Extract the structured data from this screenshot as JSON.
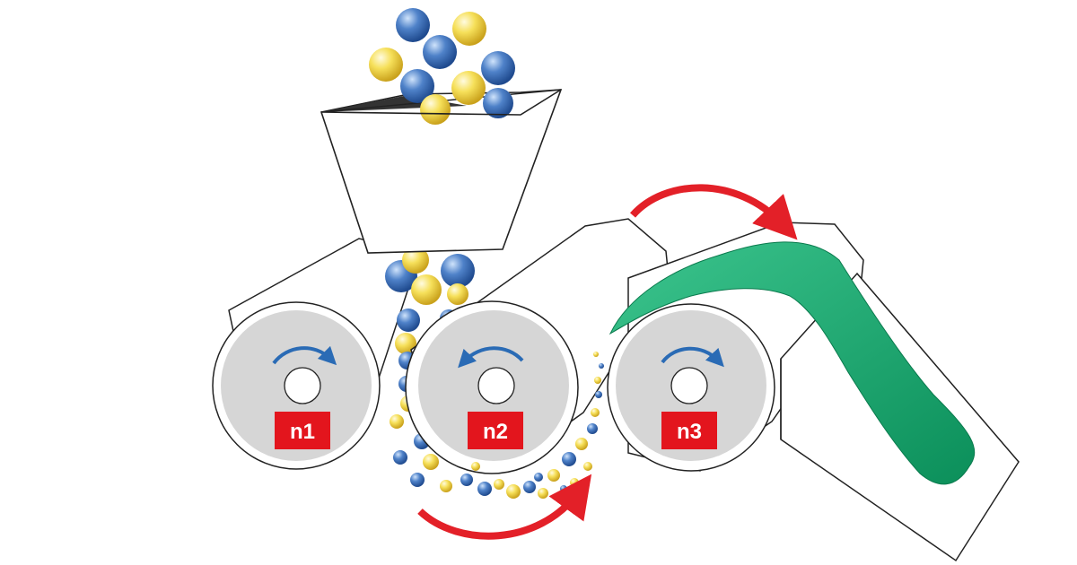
{
  "rollers": [
    {
      "label": "n1",
      "rotation": "clockwise"
    },
    {
      "label": "n2",
      "rotation": "counterclockwise"
    },
    {
      "label": "n3",
      "rotation": "clockwise"
    }
  ],
  "colors": {
    "ball_blue": "#3f6fb5",
    "ball_yellow": "#f1d640",
    "roller_face": "#d6d6d6",
    "label_box": "#e3151d",
    "rotation_arrow": "#2a6bb5",
    "flow_arrow": "#e32028",
    "ribbon": "#0ea36a",
    "outline": "#222222"
  }
}
